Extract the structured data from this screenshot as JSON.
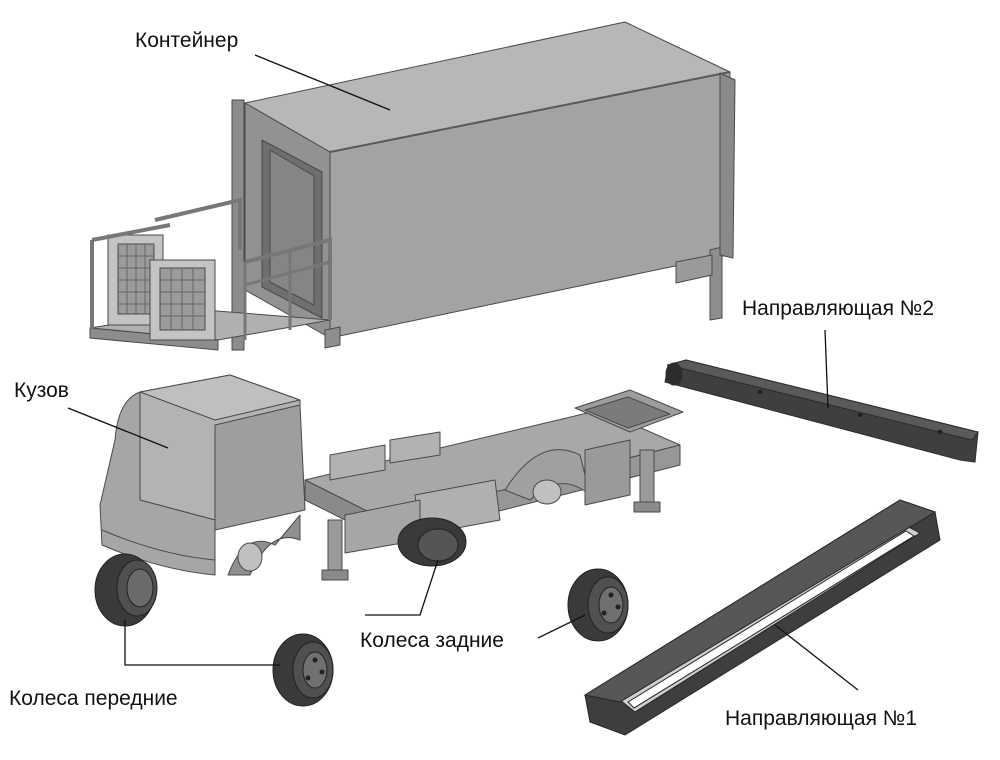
{
  "labels": {
    "container": "Контейнер",
    "body": "Кузов",
    "guide2": "Направляющая №2",
    "guide1": "Направляющая №1",
    "rear_wheels": "Колеса задние",
    "front_wheels": "Колеса передние"
  },
  "colors": {
    "background": "#ffffff",
    "part_light": "#b4b4b4",
    "part_mid": "#9a9a9a",
    "part_dark": "#7e7e7e",
    "edge": "#4a4a4a",
    "guide": "#3e3e3e",
    "tire": "#3a3a3a",
    "leader": "#111111"
  }
}
